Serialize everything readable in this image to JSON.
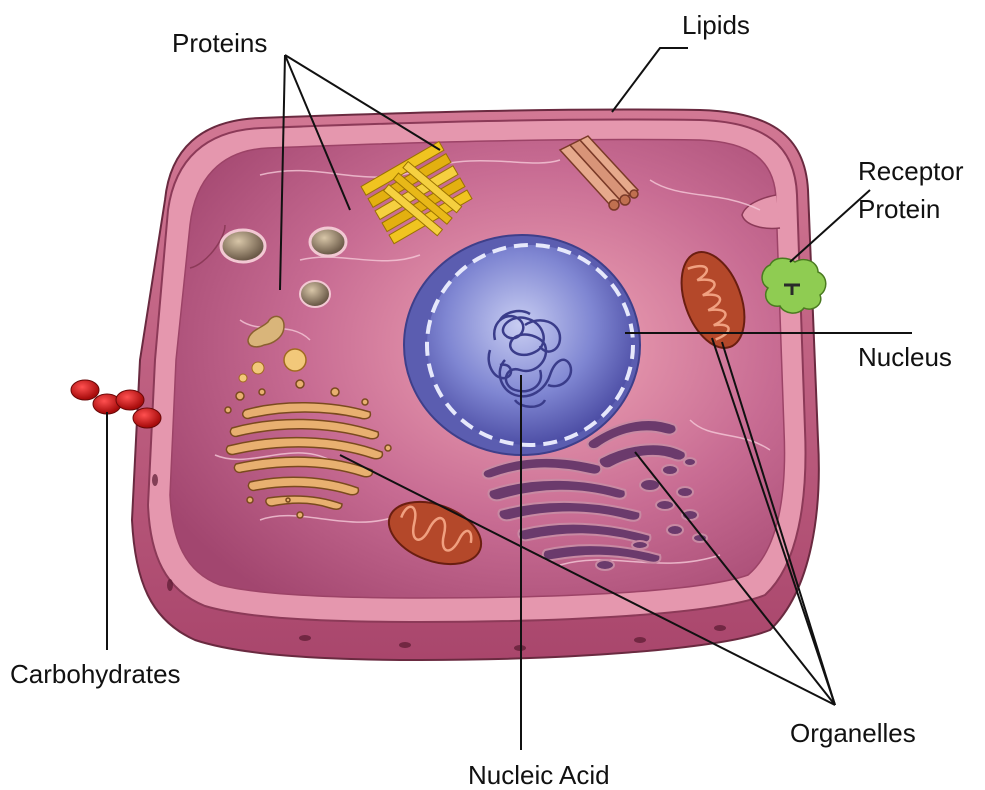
{
  "labels": {
    "proteins": "Proteins",
    "lipids": "Lipids",
    "receptor_protein_line1": "Receptor",
    "receptor_protein_line2": "Protein",
    "nucleus": "Nucleus",
    "carbohydrates": "Carbohydrates",
    "organelles": "Organelles",
    "nucleic_acid": "Nucleic Acid"
  },
  "colors": {
    "cell_outer": "#d0708f",
    "cell_inner": "#b8527d",
    "membrane_highlight": "#f2a8bc",
    "nucleus": "#6f6fc2",
    "nucleus_inner": "#8f96da",
    "mitochondria": "#a2391e",
    "golgi": "#e0a060",
    "receptor": "#7cc043",
    "carbohydrate": "#c01818",
    "cytoskeleton": "#e8c020"
  }
}
